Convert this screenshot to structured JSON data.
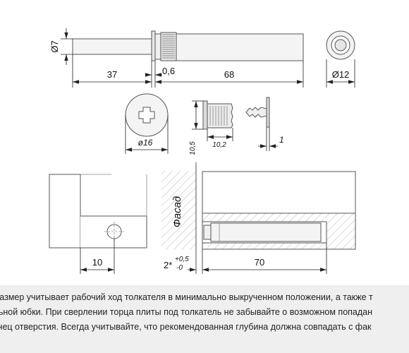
{
  "drawing": {
    "top": {
      "d_rod": "Ø7",
      "len_rod": "37",
      "len_gap": "0,6",
      "len_body": "68",
      "d_body": "Ø12"
    },
    "parts": {
      "d_head": "ø16",
      "h_sleeve": "10,5",
      "w_sleeve": "10,2",
      "t_washer": "1"
    },
    "bottom": {
      "offset": "10",
      "facade": "Фасад",
      "gap_base": "2*",
      "gap_tol_plus": "+0,5",
      "gap_tol_minus": "-0",
      "depth": "70"
    }
  },
  "note": {
    "lines": [
      "* размер учитывает рабочий ход толкателя в минимально выкрученном положении, а также т",
      "ельной юбки. При сверлении торца плиты под толкатель не забывайте о возможном попадан",
      "конец отверстия. Всегда учитывайте, что рекомендованная глубина должна совпадать с фак"
    ]
  }
}
